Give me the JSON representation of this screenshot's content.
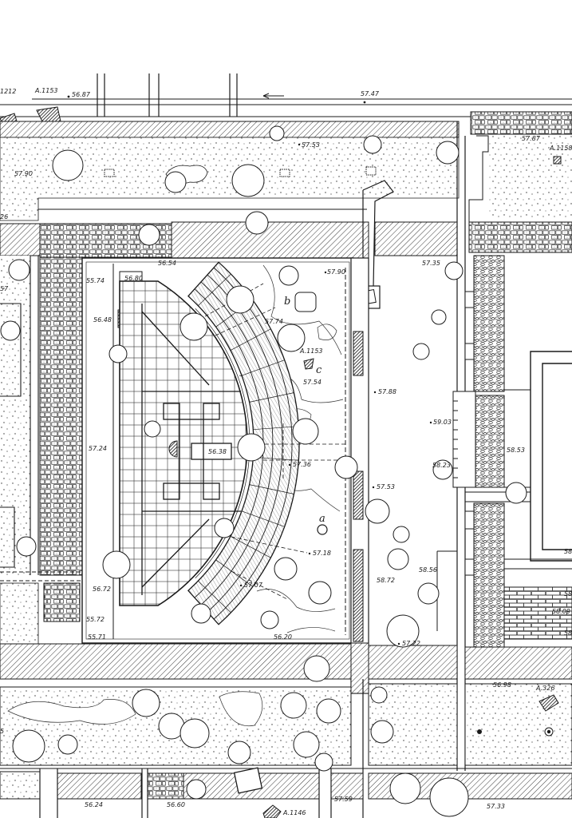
{
  "palette": {
    "ink": "#1a1a1a",
    "paper": "#ffffff"
  },
  "finds": [
    "1212",
    "A.1153",
    "A.1158",
    "A.1153",
    "A.326",
    "A.1146"
  ],
  "letters": [
    "b",
    "c",
    "a"
  ],
  "elevations": [
    "56.87",
    "57.47",
    "57.53",
    "57.87",
    "57.90",
    "57.35",
    "56.54",
    "56.80",
    "57.90",
    "55.74",
    "56.48",
    "57.74",
    "57.54",
    "57.88",
    "59.03",
    "57.24",
    "56.38",
    "58.53",
    "57.36",
    "58.23",
    "57.53",
    "57.18",
    "58.56",
    "58.72",
    "56.72",
    "57.07",
    "58.09",
    "55.72",
    "55.71",
    "56.20",
    "57.22",
    "56.98",
    "56.24",
    "56.60",
    "57.59",
    "57.33"
  ],
  "edge_partials": [
    "26",
    "57",
    "58",
    "58",
    "58",
    "5"
  ]
}
